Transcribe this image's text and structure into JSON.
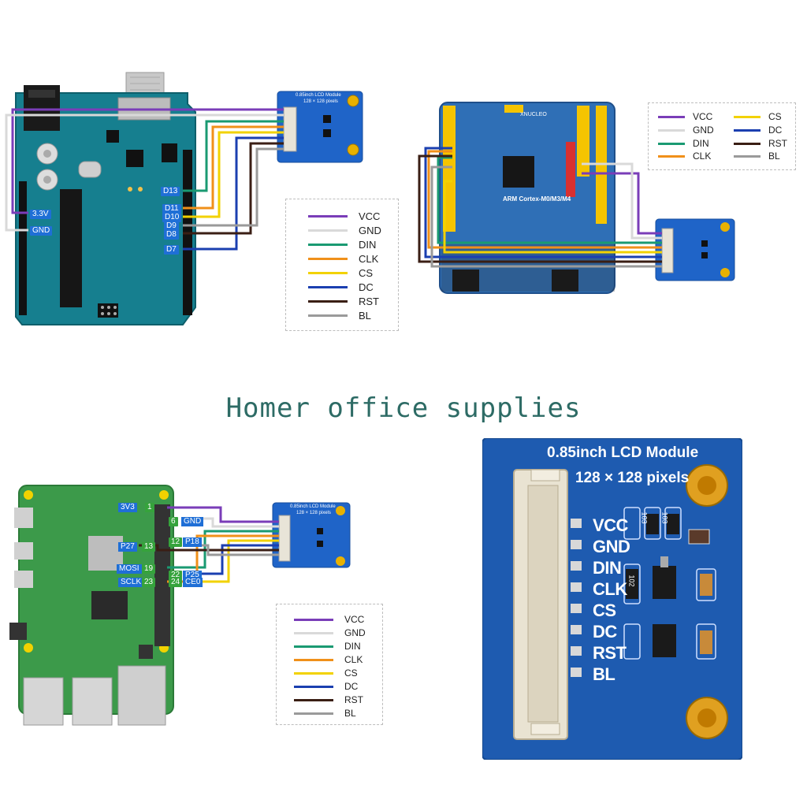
{
  "brand_text": "Homer office supplies",
  "legend": [
    {
      "label": "VCC",
      "color": "#7a3db8"
    },
    {
      "label": "GND",
      "color": "#d9d9d9"
    },
    {
      "label": "DIN",
      "color": "#1a9a72"
    },
    {
      "label": "CLK",
      "color": "#f0901a"
    },
    {
      "label": "CS",
      "color": "#f2d200"
    },
    {
      "label": "DC",
      "color": "#1b3fb0"
    },
    {
      "label": "RST",
      "color": "#3a1e14"
    },
    {
      "label": "BL",
      "color": "#9a9a9a"
    }
  ],
  "arduino": {
    "labels": {
      "v33": "3.3V",
      "gnd": "GND",
      "d13": "D13",
      "d11": "D11",
      "d10": "D10",
      "d9": "D9",
      "d8": "D8",
      "d7": "D7"
    }
  },
  "small_module": {
    "title": "0.85inch LCD Module",
    "resolution": "128 × 128 pixels"
  },
  "nucleo": {
    "logo": "XNUCLEO",
    "model": "ARM Cortex-M0/M3/M4"
  },
  "rpi": {
    "labels": {
      "v33": "3V3",
      "p1": "1",
      "p6": "6",
      "gnd": "GND",
      "p27": "P27",
      "p13": "13",
      "p12": "12",
      "p18": "P18",
      "mosi": "MOSI",
      "p19": "19",
      "p22": "22",
      "p25": "P25",
      "sclk": "SCLK",
      "p23": "23",
      "p24": "24",
      "ce0": "CE0"
    }
  },
  "big_module": {
    "title": "0.85inch LCD Module",
    "resolution": "128 × 128 pixels",
    "pins": [
      "VCC",
      "GND",
      "DIN",
      "CLK",
      "CS",
      "DC",
      "RST",
      "BL"
    ],
    "chips": [
      "103",
      "103",
      "102"
    ]
  }
}
